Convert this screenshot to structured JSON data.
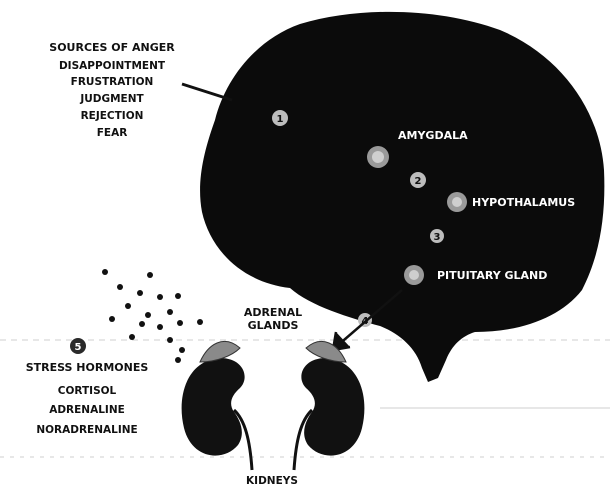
{
  "sources": {
    "title": "SOURCES OF ANGER",
    "items": [
      "DISAPPOINTMENT",
      "FRUSTRATION",
      "JUDGMENT",
      "REJECTION",
      "FEAR"
    ]
  },
  "brain": {
    "amygdala": "AMYGDALA",
    "hypothalamus": "HYPOTHALAMUS",
    "pituitary": "PITUITARY GLAND"
  },
  "adrenal": {
    "line1": "ADRENAL",
    "line2": "GLANDS"
  },
  "stress": {
    "title": "STRESS HORMONES",
    "items": [
      "CORTISOL",
      "ADRENALINE",
      "NORADRENALINE"
    ]
  },
  "kidneys": "KIDNEYS",
  "steps": [
    "1",
    "2",
    "3",
    "4",
    "5"
  ],
  "colors": {
    "brain": "#0b0b0b",
    "kidney": "#111111",
    "gland": "#8a8a8a",
    "background": "#ffffff"
  }
}
